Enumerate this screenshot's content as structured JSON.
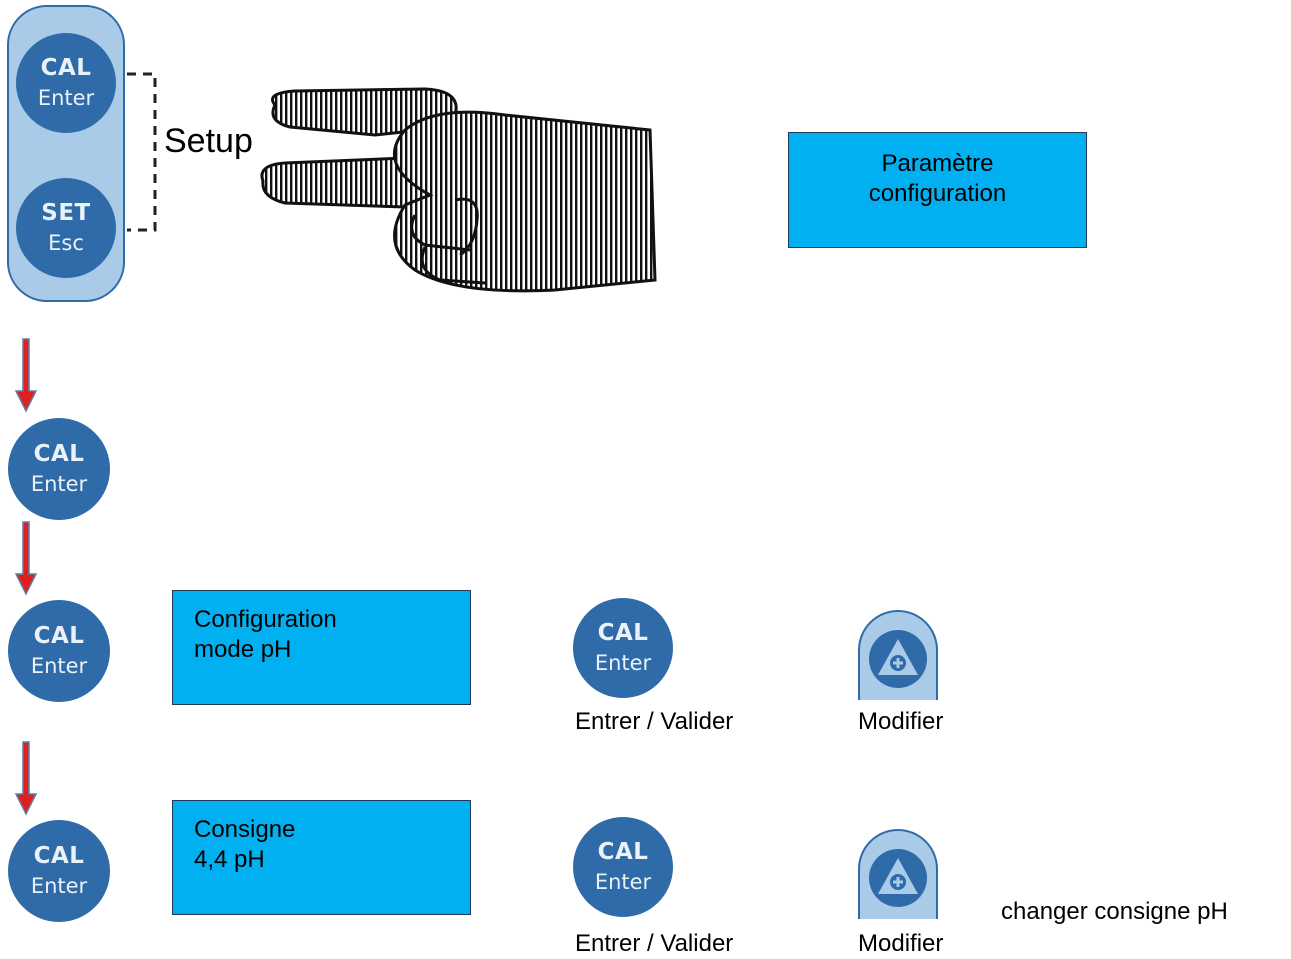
{
  "setup_group": {
    "cal_top": "CAL",
    "cal_bottom": "Enter",
    "set_top": "SET",
    "set_bottom": "Esc",
    "setup_label": "Setup"
  },
  "param_box": {
    "line1": "Paramètre",
    "line2": "configuration"
  },
  "steps": [
    {
      "cal_top": "CAL",
      "cal_bottom": "Enter"
    },
    {
      "cal_top": "CAL",
      "cal_bottom": "Enter",
      "box_line1": "Configuration",
      "box_line2": "mode pH",
      "enter_top": "CAL",
      "enter_bottom": "Enter",
      "enter_caption": "Entrer / Valider",
      "modify_caption": "Modifier"
    },
    {
      "cal_top": "CAL",
      "cal_bottom": "Enter",
      "box_line1": "Consigne",
      "box_line2": "4,4 pH",
      "enter_top": "CAL",
      "enter_bottom": "Enter",
      "enter_caption": "Entrer / Valider",
      "modify_caption": "Modifier",
      "note": "changer consigne pH"
    }
  ],
  "colors": {
    "button_blue": "#2e6ba8",
    "pill_light": "#a9cbe8",
    "lcd_blue": "#00b0f0",
    "arrow_red": "#e02020"
  },
  "icons": [
    "hand-two-fingers-icon",
    "arrow-down-icon",
    "plus-triangle-icon"
  ]
}
